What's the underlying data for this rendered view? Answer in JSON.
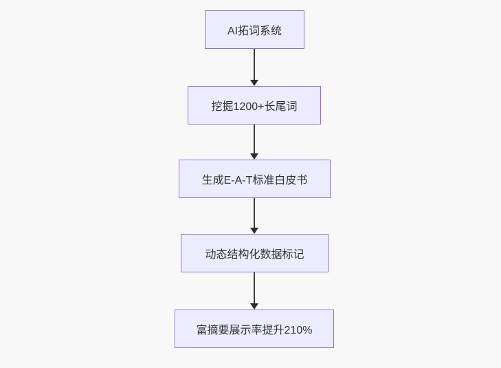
{
  "canvas": {
    "background_color": "#f8f8f8"
  },
  "flowchart": {
    "type": "flowchart",
    "direction": "top-down",
    "colors": {
      "node_fill": "#ECECFF",
      "node_border": "#9370DB",
      "node_text": "#333333",
      "arrow_line": "#3f3f3f",
      "arrow_head": "#2b2b2b"
    },
    "nodes": [
      {
        "label": "AI拓词系统"
      },
      {
        "label": "挖掘1200+长尾词"
      },
      {
        "label": "生成E-A-T标准白皮书"
      },
      {
        "label": "动态结构化数据标记"
      },
      {
        "label": "富摘要展示率提升210%"
      }
    ],
    "edges": [
      {
        "from": 0,
        "to": 1
      },
      {
        "from": 1,
        "to": 2
      },
      {
        "from": 2,
        "to": 3
      },
      {
        "from": 3,
        "to": 4
      }
    ]
  }
}
